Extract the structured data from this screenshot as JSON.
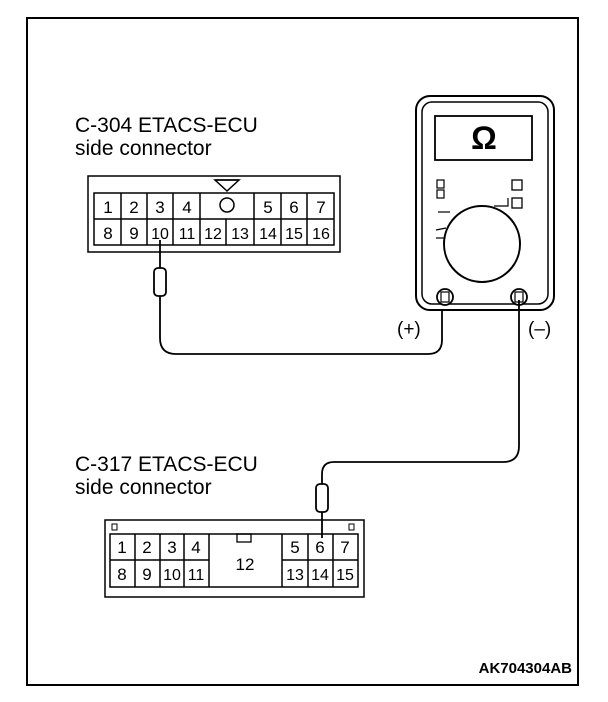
{
  "connector_a": {
    "title": "C-304 ETACS-ECU",
    "subtitle": "side connector",
    "row1": [
      "1",
      "2",
      "3",
      "4",
      "5",
      "6",
      "7"
    ],
    "row2": [
      "8",
      "9",
      "10",
      "11",
      "12",
      "13",
      "14",
      "15",
      "16"
    ],
    "probe_pin": "10"
  },
  "connector_b": {
    "title": "C-317 ETACS-ECU",
    "subtitle": "side connector",
    "row1": [
      "1",
      "2",
      "3",
      "4",
      "5",
      "6",
      "7"
    ],
    "row2": [
      "8",
      "9",
      "10",
      "11",
      "13",
      "14",
      "15"
    ],
    "center_pin": "12",
    "probe_pin": "6"
  },
  "meter": {
    "display": "Ω",
    "plus_label": "(+)",
    "minus_label": "(–)"
  },
  "figure_id": "AK704304AB"
}
